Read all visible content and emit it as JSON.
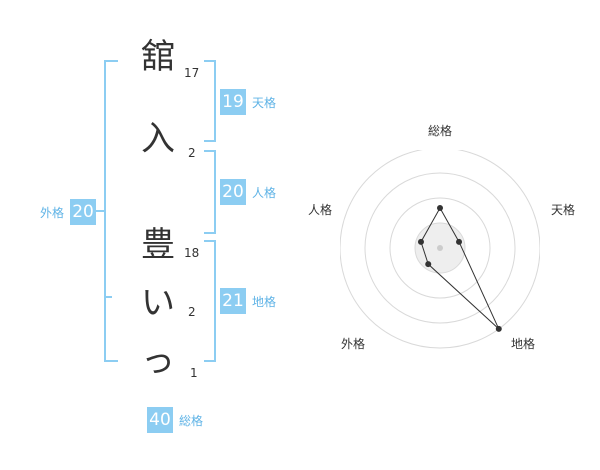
{
  "name_chars": [
    {
      "char": "舘",
      "strokes": "17"
    },
    {
      "char": "入",
      "strokes": "2"
    },
    {
      "char": "豊",
      "strokes": "18"
    },
    {
      "char": "い",
      "strokes": "2"
    },
    {
      "char": "っ",
      "strokes": "1"
    }
  ],
  "fortune": {
    "tenkaku": {
      "value": "19",
      "label": "天格"
    },
    "jinkaku": {
      "value": "20",
      "label": "人格"
    },
    "chikaku": {
      "value": "21",
      "label": "地格"
    },
    "gaikaku": {
      "value": "20",
      "label": "外格"
    },
    "soukaku": {
      "value": "40",
      "label": "総格"
    }
  },
  "radar": {
    "axes": [
      "総格",
      "天格",
      "地格",
      "外格",
      "人格"
    ],
    "levels": 4,
    "values": [
      2,
      1,
      5,
      1,
      1
    ],
    "max": 5,
    "colors": {
      "ring": "#d9d9d9",
      "line": "#333333",
      "point": "#333333",
      "center": "#cccccc",
      "fill": "#eeeeee"
    }
  }
}
